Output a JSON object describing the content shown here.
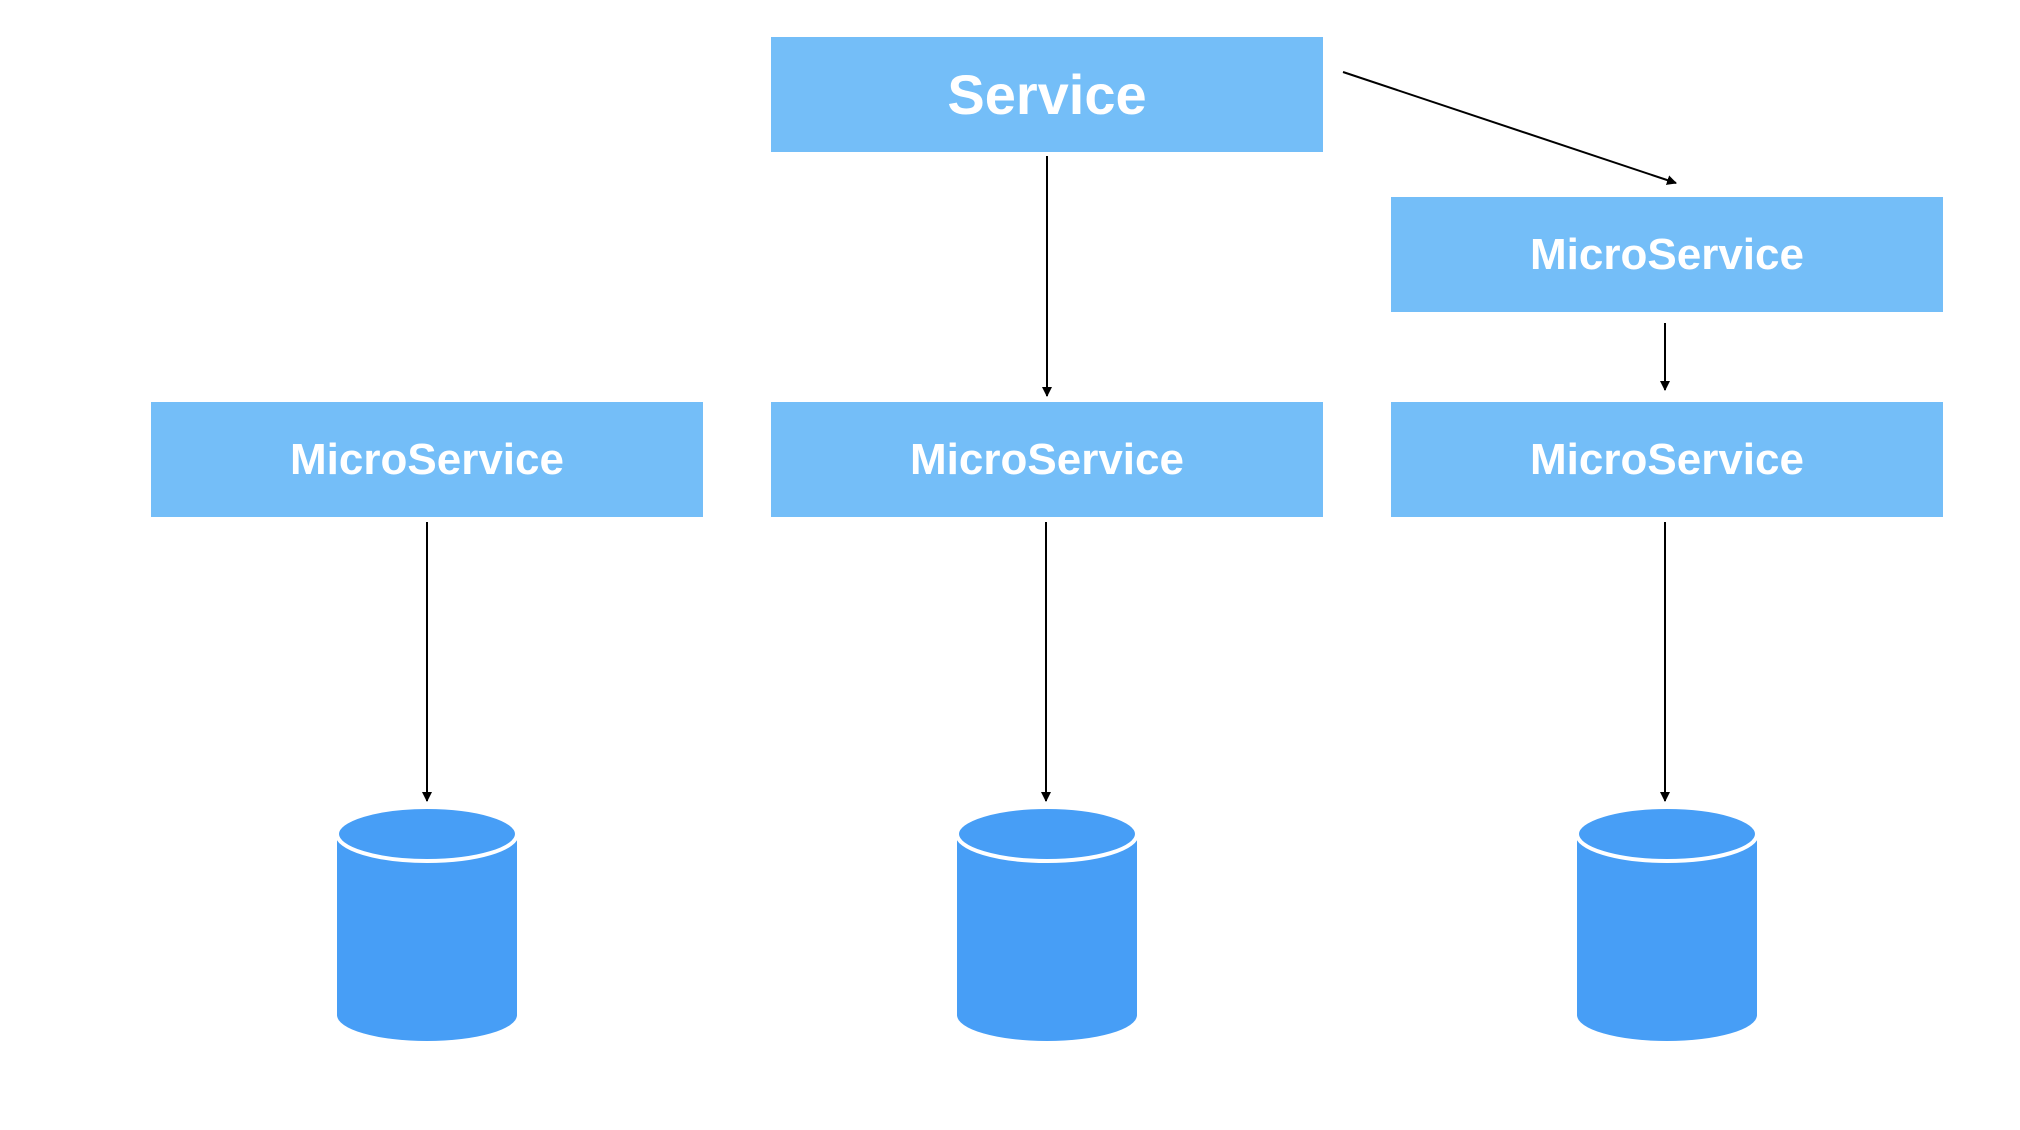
{
  "diagram": {
    "colors": {
      "box_fill": "#74bef8",
      "box_text": "#ffffff",
      "database_fill": "#479ef6",
      "database_rim": "#ffffff",
      "arrow": "#000000",
      "background": "#ffffff"
    },
    "nodes": {
      "service": {
        "label": "Service"
      },
      "microservice_top_right": {
        "label": "MicroService"
      },
      "microservice_left": {
        "label": "MicroService"
      },
      "microservice_center": {
        "label": "MicroService"
      },
      "microservice_right": {
        "label": "MicroService"
      }
    },
    "databases": [
      {
        "icon": "database-icon"
      },
      {
        "icon": "database-icon"
      },
      {
        "icon": "database-icon"
      }
    ],
    "edges": [
      {
        "from": "service",
        "to": "microservice_center"
      },
      {
        "from": "service",
        "to": "microservice_top_right"
      },
      {
        "from": "microservice_top_right",
        "to": "microservice_right"
      },
      {
        "from": "microservice_left",
        "to": "database_1"
      },
      {
        "from": "microservice_center",
        "to": "database_2"
      },
      {
        "from": "microservice_right",
        "to": "database_3"
      }
    ]
  }
}
